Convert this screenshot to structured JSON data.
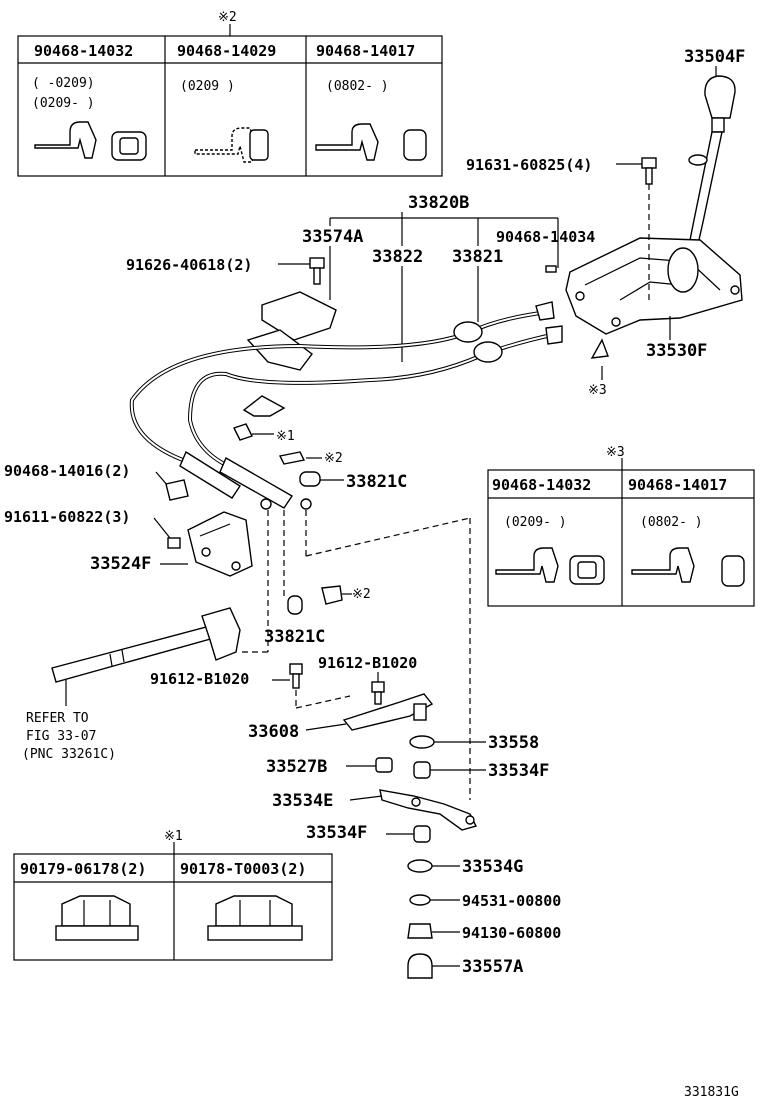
{
  "ref_note": "※2",
  "clip_table_2": {
    "headers": [
      "90468-14032",
      "90468-14029",
      "90468-14017"
    ],
    "dates": [
      [
        "(      -0209)",
        "(0209-      )"
      ],
      [
        "(0209      )"
      ],
      [
        "(0802-      )"
      ]
    ]
  },
  "clip_table_3": {
    "ref": "※3",
    "headers": [
      "90468-14032",
      "90468-14017"
    ],
    "dates": [
      "(0209-      )",
      "(0802-      )"
    ]
  },
  "nut_table_1": {
    "ref": "※1",
    "headers": [
      "90179-06178(2)",
      "90178-T0003(2)"
    ]
  },
  "labels": {
    "knob": "33504F",
    "bolt_top": "91631-60825(4)",
    "assy": "33820B",
    "cover": "33574A",
    "cable_a": "33822",
    "cable_b": "33821",
    "clip_top": "90468-14034",
    "bolt_cover": "91626-40618(2)",
    "housing": "33530F",
    "ref3": "※3",
    "ref1": "※1",
    "ref2a": "※2",
    "bushing_a": "33821C",
    "clip_left": "90468-14016(2)",
    "bolt_left": "91611-60822(3)",
    "bracket": "33524F",
    "ref2b": "※2",
    "bushing_b": "33821C",
    "bolt_mid": "91612-B1020",
    "bolt_mid2": "91612-B1020",
    "lever": "33608",
    "part_558": "33558",
    "part_527": "33527B",
    "part_534f_a": "33534F",
    "part_534e": "33534E",
    "part_534f_b": "33534F",
    "part_534g": "33534G",
    "washer": "94531-00800",
    "nut": "94130-60800",
    "part_557": "33557A",
    "refer_1": "REFER TO",
    "refer_2": "FIG 33-07",
    "refer_3": "(PNC 33261C)",
    "fig_code": "331831G"
  }
}
